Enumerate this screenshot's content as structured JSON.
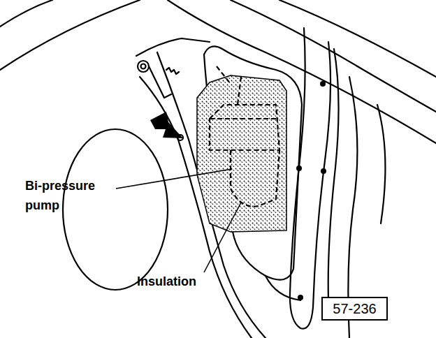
{
  "diagram": {
    "nodes": [
      {
        "text": [
          "57-236"
        ]
      }
    ],
    "labels": [
      "Bi-pressure pump",
      "Insulation"
    ]
  }
}
